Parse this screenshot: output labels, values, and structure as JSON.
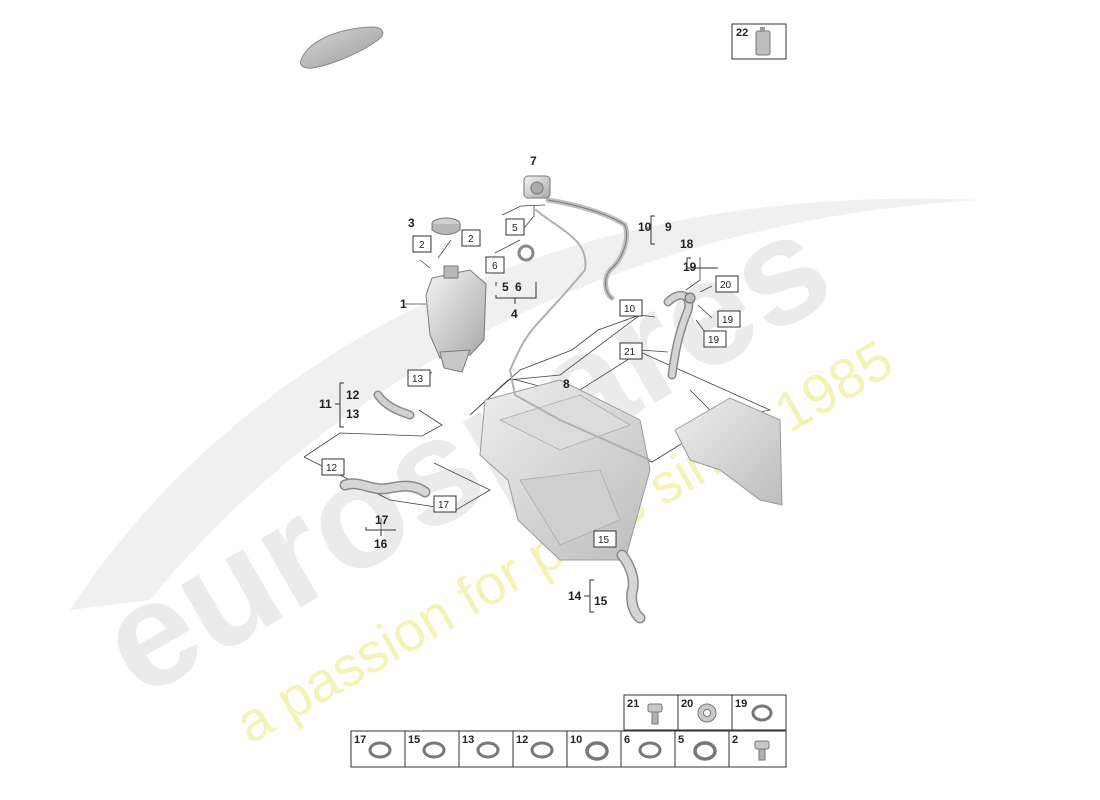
{
  "watermark": {
    "brand": "eurospares",
    "tagline": "a passion for parts since 1985"
  },
  "callouts": {
    "c1": "1",
    "c3": "3",
    "c4": "4",
    "c7": "7",
    "c8": "8",
    "c9": "9",
    "c10": "10",
    "c11": "11",
    "c14": "14",
    "c16": "16",
    "c18": "18",
    "b12": "12",
    "b13": "13",
    "b15": "15",
    "b17": "17",
    "b19": "19",
    "b5": "5",
    "b6": "6"
  },
  "boxes": {
    "k2a": "2",
    "k2b": "2",
    "k5": "5",
    "k6": "6",
    "k10": "10",
    "k13": "13",
    "k12": "12",
    "k17": "17",
    "k15": "15",
    "k20": "20",
    "k19a": "19",
    "k19b": "19",
    "k21": "21",
    "k22": "22"
  },
  "table": {
    "top": [
      "21",
      "20",
      "19"
    ],
    "bottom": [
      "17",
      "15",
      "13",
      "12",
      "10",
      "6",
      "5",
      "2"
    ]
  }
}
